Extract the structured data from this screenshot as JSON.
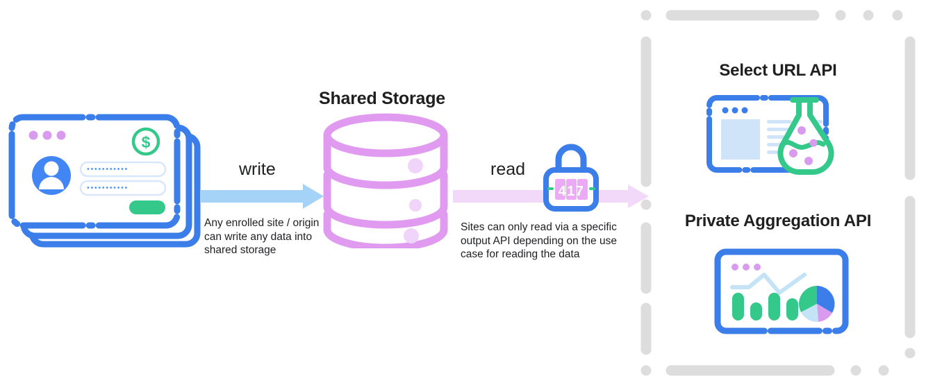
{
  "diagram": {
    "type": "flow",
    "title": "Shared Storage write/read flow",
    "center": {
      "label": "Shared Storage",
      "icon": "database-cylinder-icon",
      "tiers": 3,
      "color": "#E09BF0"
    },
    "source": {
      "icon": "stacked-browser-windows-icon",
      "window_count": 3,
      "contents": {
        "dots": 3,
        "coin": "dollar-coin-icon",
        "avatar": "user-avatar-icon",
        "fields": 2,
        "button": "submit-button"
      },
      "colors": {
        "border": "#3B7DE9",
        "accent_green": "#34C98B",
        "dots": "#D99BEE"
      }
    },
    "write": {
      "label": "write",
      "caption": "Any enrolled site / origin can write any data into shared storage",
      "arrow_color": "#A5D2F7",
      "direction": "right"
    },
    "read": {
      "label": "read",
      "caption": "Sites can only read via a specific output API depending on the use case for reading the data",
      "arrow_color": "#F2D9F9",
      "direction": "right",
      "lock": {
        "icon": "combination-lock-icon",
        "code": "417",
        "body_color": "#3B7DE9",
        "dial_color": "#E9A8F5",
        "tick_color": "#34C98B"
      }
    },
    "outputs": {
      "frame_color": "#DDDDDD",
      "apis": [
        {
          "title": "Select URL API",
          "icon": "browser-with-flask-icon",
          "flask_color": "#34C98B",
          "bubbles": 4,
          "bubble_color": "#D99BEE"
        },
        {
          "title": "Private Aggregation API",
          "icon": "dashboard-charts-icon",
          "bars": [
            1.0,
            0.62,
            1.0,
            0.75
          ],
          "bar_color": "#34C98B",
          "line_color": "#C5E3F7",
          "pie": [
            {
              "label": "slice-green",
              "value": 45,
              "color": "#34C98B"
            },
            {
              "label": "slice-blue",
              "value": 20,
              "color": "#3B7DE9"
            },
            {
              "label": "slice-purple",
              "value": 20,
              "color": "#D99BEE"
            },
            {
              "label": "slice-lightblue",
              "value": 15,
              "color": "#C5E3F7"
            }
          ]
        }
      ]
    }
  }
}
